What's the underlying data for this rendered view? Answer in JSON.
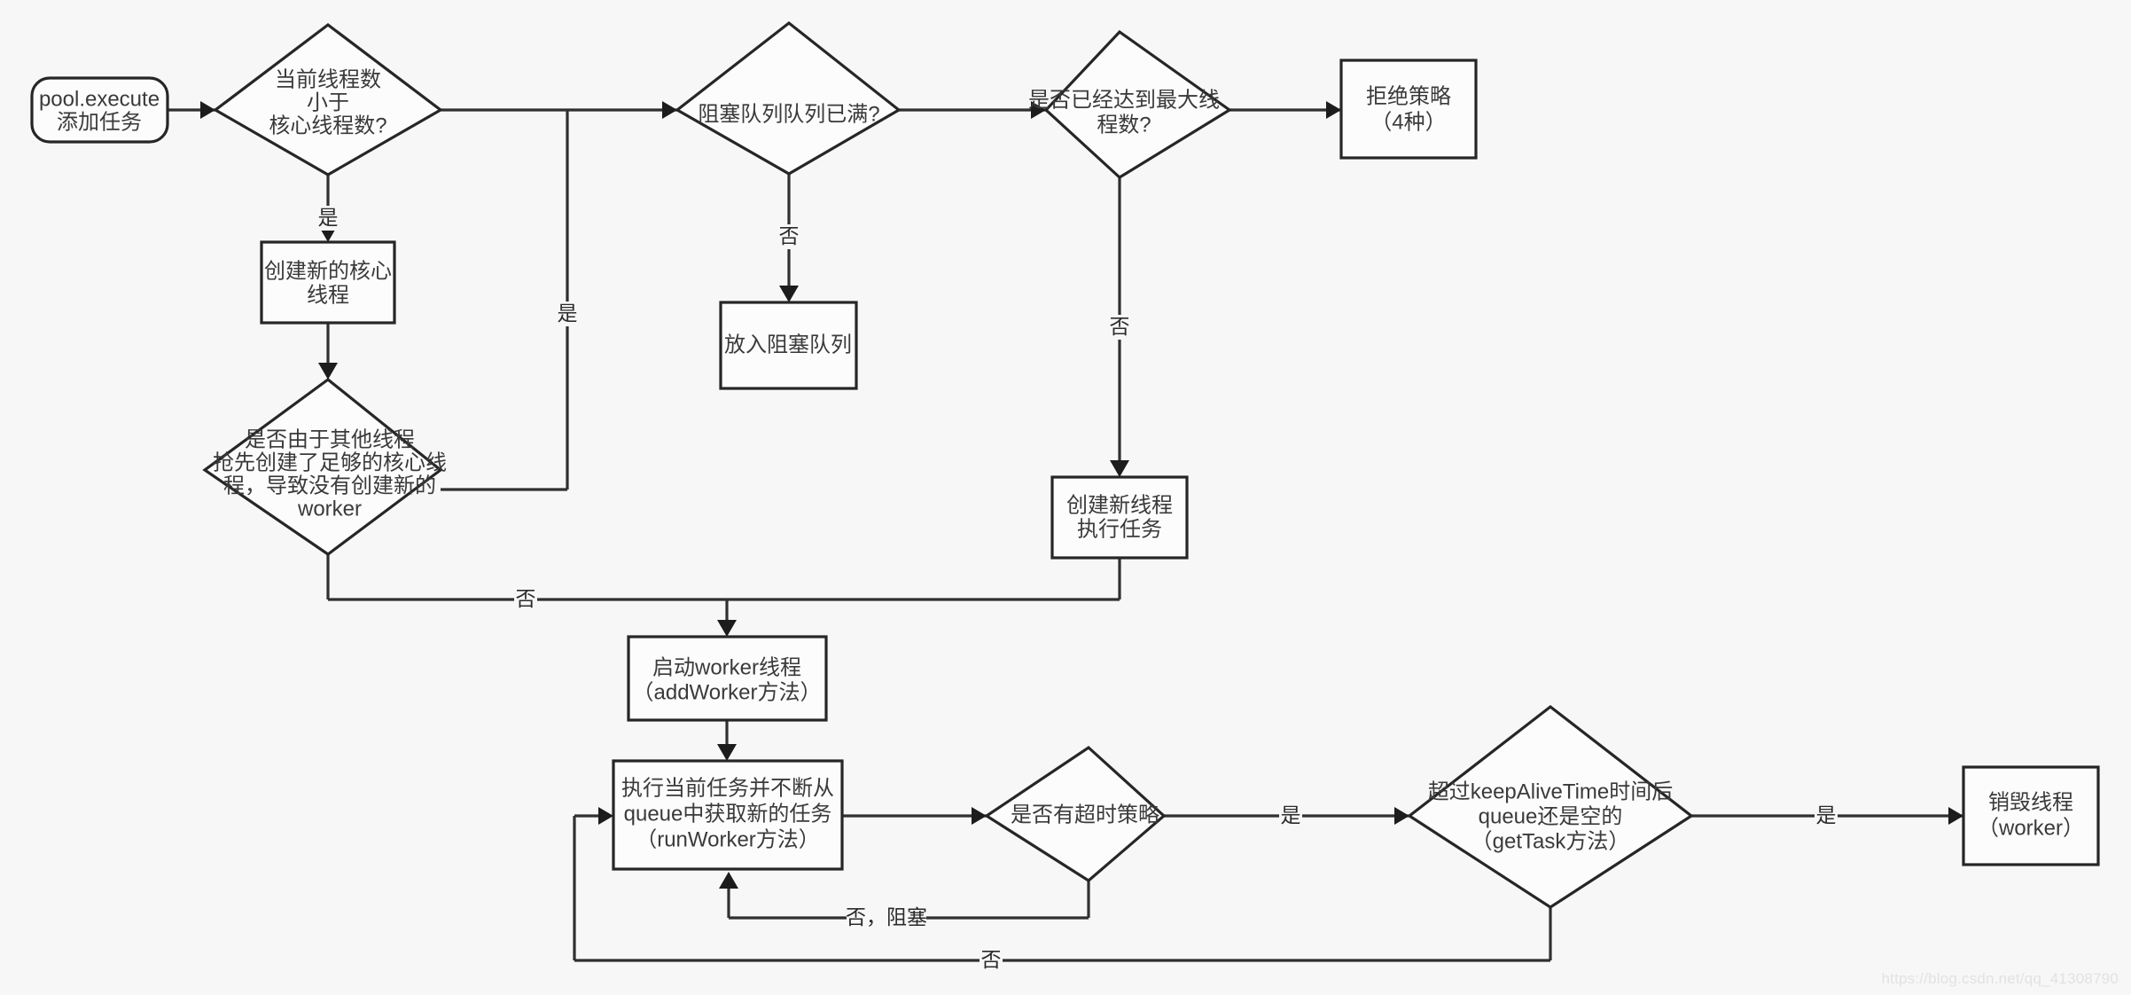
{
  "diagram": {
    "title": "Java ThreadPoolExecutor execute flowchart",
    "background_color": "#f7f7f7",
    "node_fill": "#fcfcfc",
    "node_stroke": "#262626",
    "edge_color": "#303030",
    "text_color": "#3a3a3a"
  },
  "nodes": {
    "start": {
      "line1": "pool.execute",
      "line2": "添加任务"
    },
    "d_core": {
      "line1": "当前线程数",
      "line2": "小于",
      "line3": "核心线程数?"
    },
    "d_queue_full": {
      "line1": "阻塞队列队列已满?"
    },
    "d_max": {
      "line1": "是否已经达到最大线",
      "line2": "程数?"
    },
    "reject": {
      "line1": "拒绝策略",
      "line2": "（4种）"
    },
    "create_core": {
      "line1": "创建新的核心",
      "line2": "线程"
    },
    "enqueue": {
      "line1": "放入阻塞队列"
    },
    "d_preempt": {
      "line1": "是否由于其他线程",
      "line2": "抢先创建了足够的核心线",
      "line3": "程，导致没有创建新的",
      "line4": "worker"
    },
    "create_thread": {
      "line1": "创建新线程",
      "line2": "执行任务"
    },
    "start_worker": {
      "line1": "启动worker线程",
      "line2": "（addWorker方法）"
    },
    "run_worker": {
      "line1": "执行当前任务并不断从",
      "line2": "queue中获取新的任务",
      "line3": "（runWorker方法）"
    },
    "d_timeout": {
      "line1": "是否有超时策略"
    },
    "d_keepalive": {
      "line1": "超过keepAliveTime时间后",
      "line2": "queue还是空的",
      "line3": "（getTask方法）"
    },
    "destroy": {
      "line1": "销毁线程",
      "line2": "（worker）"
    }
  },
  "edge_labels": {
    "core_yes": "是",
    "queue_no": "否",
    "max_no": "否",
    "preempt_yes": "是",
    "preempt_no": "否",
    "timeout_yes": "是",
    "timeout_no": "否，阻塞",
    "keepalive_yes": "是",
    "keepalive_no": "否"
  },
  "watermark": {
    "text": "https://blog.csdn.net/qq_41308790"
  }
}
